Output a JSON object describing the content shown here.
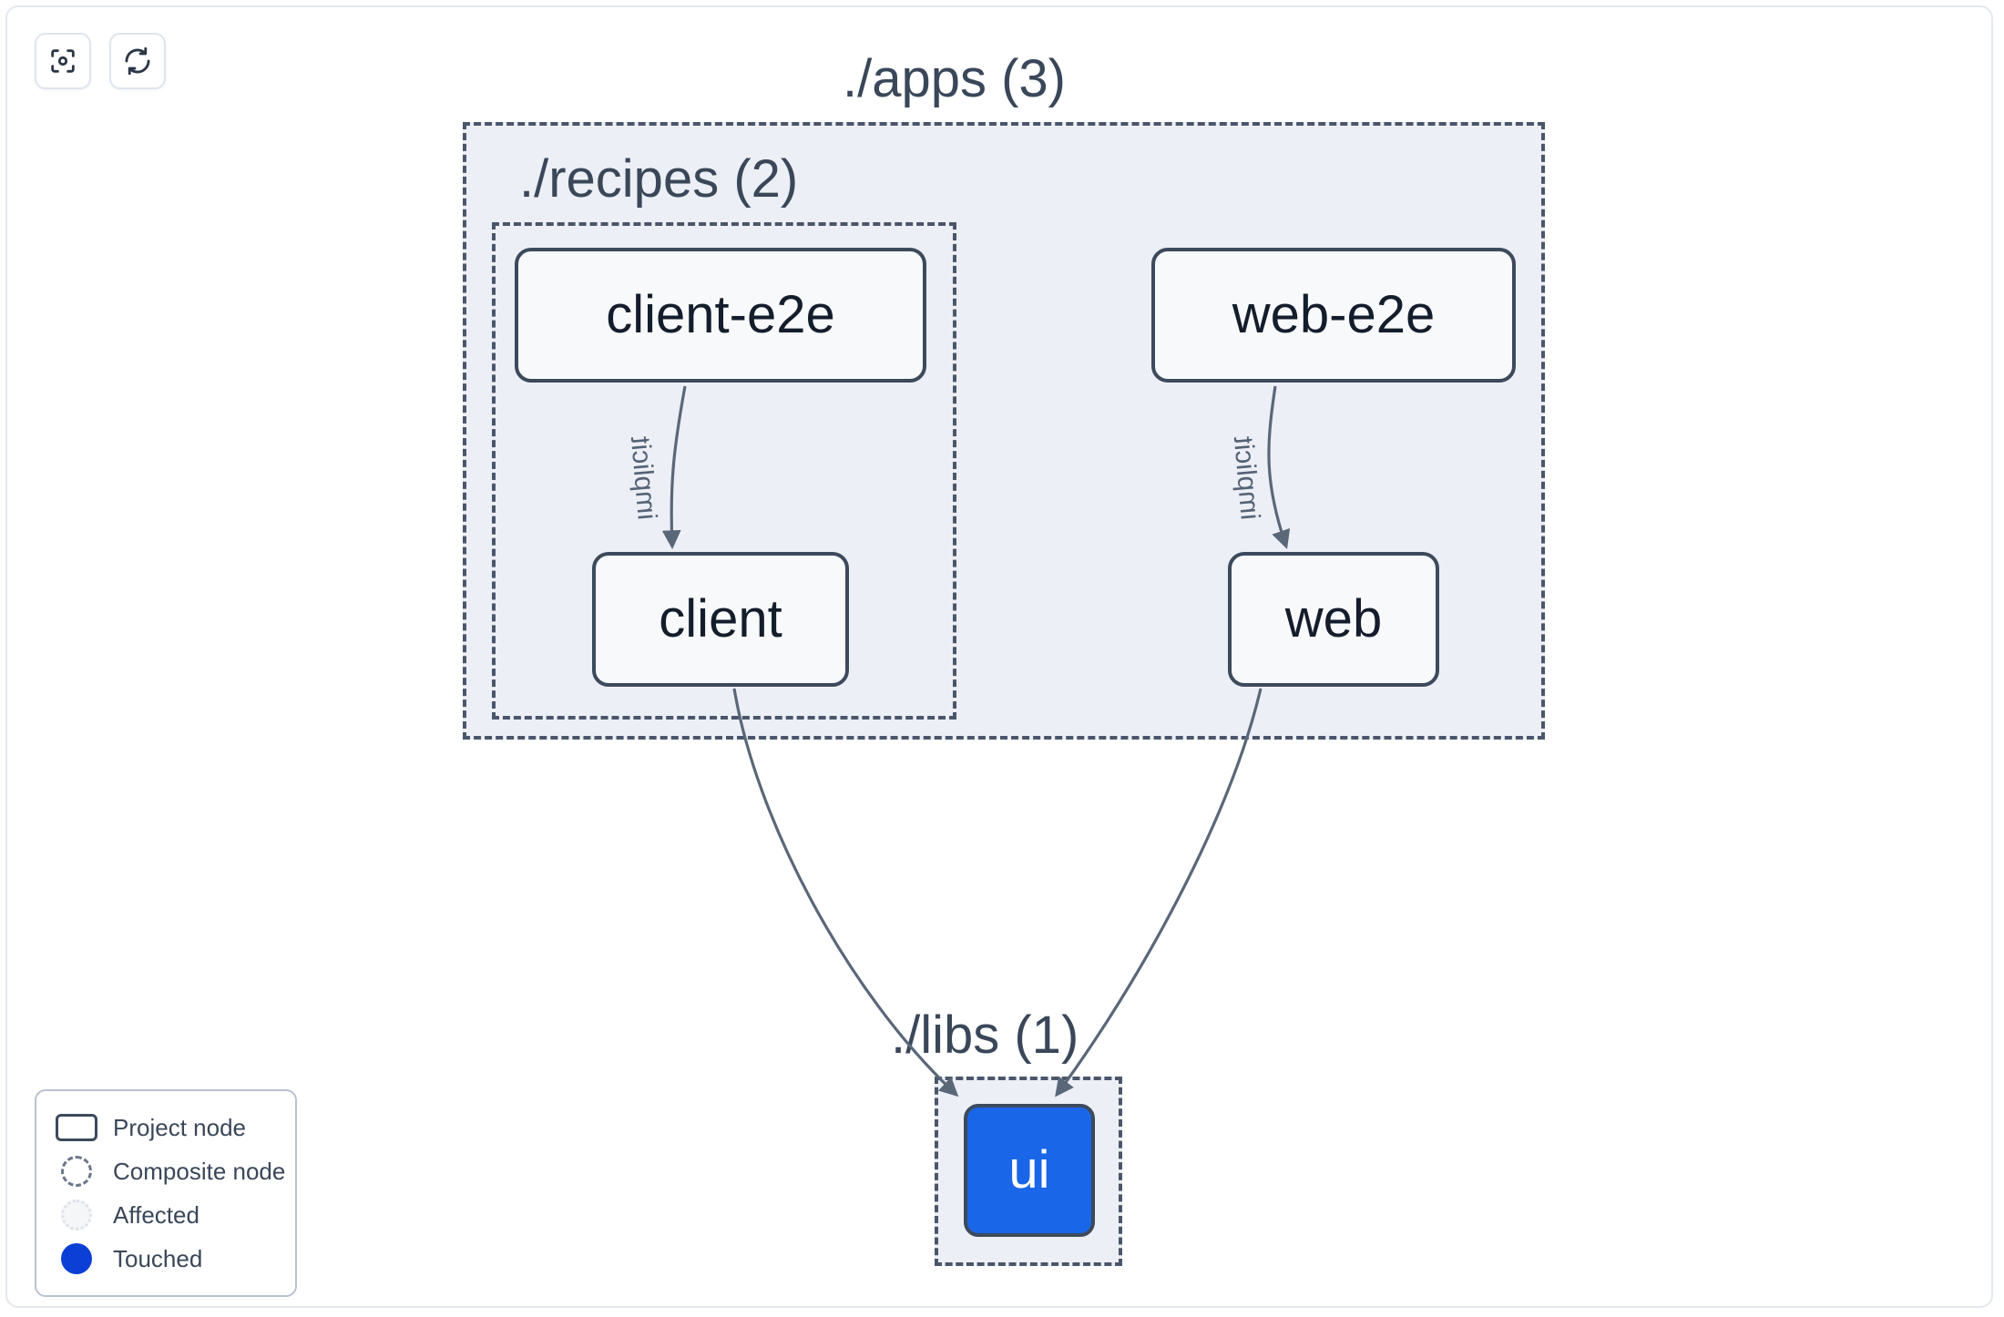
{
  "toolbar": {
    "buttons": [
      {
        "name": "focus-graph-button",
        "icon": "focus-target-icon",
        "label": "Focus graph"
      },
      {
        "name": "refresh-graph-button",
        "icon": "refresh-icon",
        "label": "Refresh graph"
      }
    ]
  },
  "graph": {
    "type": "project-dependency-graph",
    "containers": [
      {
        "id": "apps",
        "label": "./apps (3)",
        "count": 3,
        "style": "composite-dashed"
      },
      {
        "id": "recipes",
        "label": "./recipes (2)",
        "count": 2,
        "style": "composite-dashed"
      },
      {
        "id": "libs",
        "label": "./libs (1)",
        "count": 1,
        "style": "composite-dashed"
      }
    ],
    "nodes": [
      {
        "id": "client-e2e",
        "label": "client-e2e",
        "parent": "recipes",
        "state": "normal"
      },
      {
        "id": "client",
        "label": "client",
        "parent": "recipes",
        "state": "normal"
      },
      {
        "id": "web-e2e",
        "label": "web-e2e",
        "parent": "apps",
        "state": "normal"
      },
      {
        "id": "web",
        "label": "web",
        "parent": "apps",
        "state": "normal"
      },
      {
        "id": "ui",
        "label": "ui",
        "parent": "libs",
        "state": "touched"
      }
    ],
    "edges": [
      {
        "from": "client-e2e",
        "to": "client",
        "label": "implicit"
      },
      {
        "from": "web-e2e",
        "to": "web",
        "label": "implicit"
      },
      {
        "from": "client",
        "to": "ui",
        "label": ""
      },
      {
        "from": "web",
        "to": "ui",
        "label": ""
      }
    ]
  },
  "legend": {
    "items": [
      {
        "swatch": "project-node-swatch",
        "label": "Project node"
      },
      {
        "swatch": "composite-node-swatch",
        "label": "Composite node"
      },
      {
        "swatch": "affected-swatch",
        "label": "Affected"
      },
      {
        "swatch": "touched-swatch",
        "label": "Touched"
      }
    ]
  },
  "colors": {
    "canvas_background": "#ffffff",
    "composite_fill": "#eceff5",
    "composite_border": "#4a566b",
    "node_fill": "#f8f9fb",
    "node_border": "#3d4a5c",
    "node_text": "#141d2b",
    "touched_node_fill": "#1a66e8",
    "touched_legend_dot": "#0b3fd6",
    "edge_stroke": "#5a6779",
    "label_text": "#3a4759"
  }
}
